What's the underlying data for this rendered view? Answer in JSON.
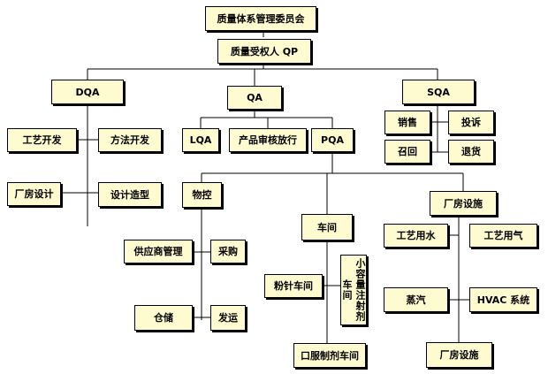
{
  "nodes": {
    "committee": "质量体系管理委员会",
    "qp": "质量受权人 QP",
    "dqa": "DQA",
    "qa": "QA",
    "sqa": "SQA",
    "process_dev": "工艺开发",
    "method_dev": "方法开发",
    "plant_design": "厂房设计",
    "design_model": "设计造型",
    "lqa": "LQA",
    "product_review": "产品审核放行",
    "pqa": "PQA",
    "sales": "销售",
    "complaint": "投诉",
    "recall": "召回",
    "return": "退货",
    "material_control": "物控",
    "workshop": "车间",
    "plant_facility": "厂房设施",
    "supplier_mgmt": "供应商管理",
    "purchase": "采购",
    "warehouse": "仓储",
    "shipping": "发运",
    "powder_workshop": "粉针车间",
    "small_injection": "小容量注射剂车间",
    "oral_workshop": "口服制剂车间",
    "process_water": "工艺用水",
    "process_gas": "工艺用气",
    "steam": "蒸汽",
    "hvac": "HVAC 系统",
    "plant_facility2": "厂房设施"
  }
}
